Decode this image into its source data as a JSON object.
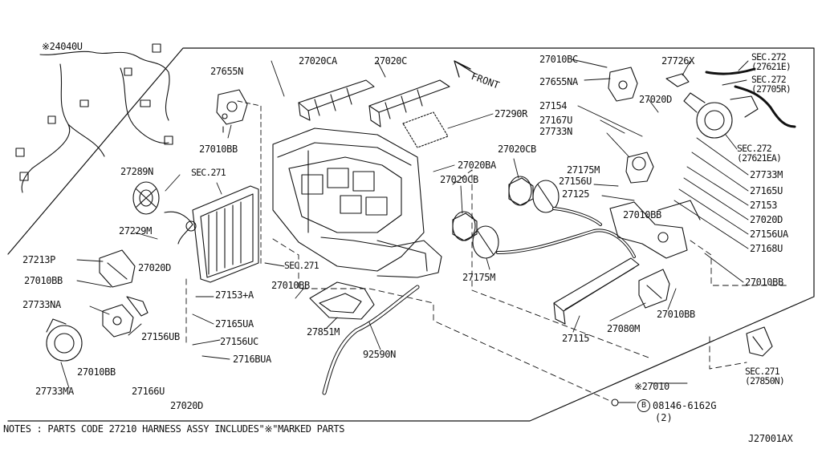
{
  "front_label": "FRONT",
  "notes": "NOTES : PARTS CODE 27210 HARNESS ASSY INCLUDES\"※\"MARKED PARTS",
  "diagram_code": "J27001AX",
  "bolt_ref": {
    "symbol": "B",
    "part": "08146-6162G",
    "qty": "(2)"
  },
  "labels": [
    "※24040U",
    "27655N",
    "27010BB",
    "27289N",
    "SEC.271",
    "27229M",
    "27213P",
    "27010BB",
    "27020D",
    "27733NA",
    "27733MA",
    "27010BB",
    "27156UB",
    "27166U",
    "27020D",
    "27153+A",
    "27165UA",
    "27156UC",
    "2716BUA",
    "27020CA",
    "27020C",
    "27290R",
    "27020BA",
    "27020CB",
    "27020CB",
    "27175M",
    "27175M",
    "27010BB",
    "SEC.271",
    "27851M",
    "92590N",
    "27115",
    "27080M",
    "27010BB",
    "※27010",
    "27010BC",
    "27655NA",
    "27154",
    "27167U",
    "27733N",
    "27020D",
    "27156U",
    "27125",
    "27010BB",
    "27726X",
    "SEC.272",
    "(27621E)",
    "SEC.272",
    "(27705R)",
    "SEC.272",
    "(27621EA)",
    "27733M",
    "27165U",
    "27153",
    "27020D",
    "27156UA",
    "27168U",
    "27010BB",
    "SEC.271",
    "(27850N)"
  ]
}
